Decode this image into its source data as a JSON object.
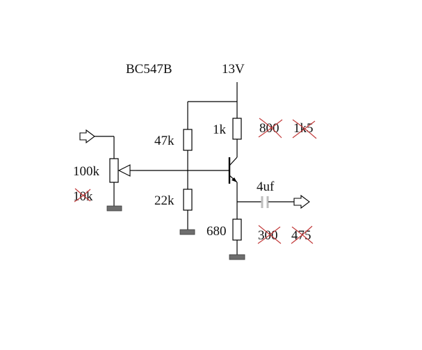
{
  "transistor_label": "BC547B",
  "supply_label": "13V",
  "resistors": {
    "r_top": "47k",
    "r_bottom": "22k",
    "r_collector": "1k",
    "r_emitter": "680"
  },
  "potentiometer": {
    "value": "100k",
    "alt_value_crossed": "10k"
  },
  "capacitor": "4uf",
  "collector_alternatives_crossed": [
    "800",
    "1k5"
  ],
  "emitter_alternatives_crossed": [
    "300",
    "475"
  ],
  "colors": {
    "wire": "#000000",
    "ground": "#6e6e6e",
    "capacitor": "#bdbdbd",
    "strike": "#c23a3a"
  }
}
